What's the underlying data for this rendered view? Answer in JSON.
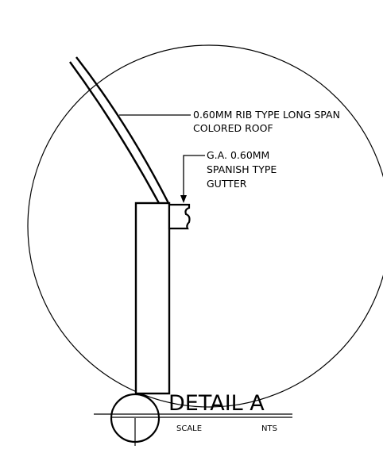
{
  "callouts": {
    "roof": {
      "line1": "0.60MM RIB TYPE LONG SPAN",
      "line2": "COLORED ROOF"
    },
    "gutter": {
      "line1": "G.A. 0.60MM",
      "line2": "SPANISH TYPE",
      "line3": "GUTTER"
    }
  },
  "title_block": {
    "title": "DETAIL A",
    "scale_label": "SCALE",
    "scale_value": "NTS"
  },
  "colors": {
    "ink": "#000000",
    "paper": "#ffffff"
  }
}
